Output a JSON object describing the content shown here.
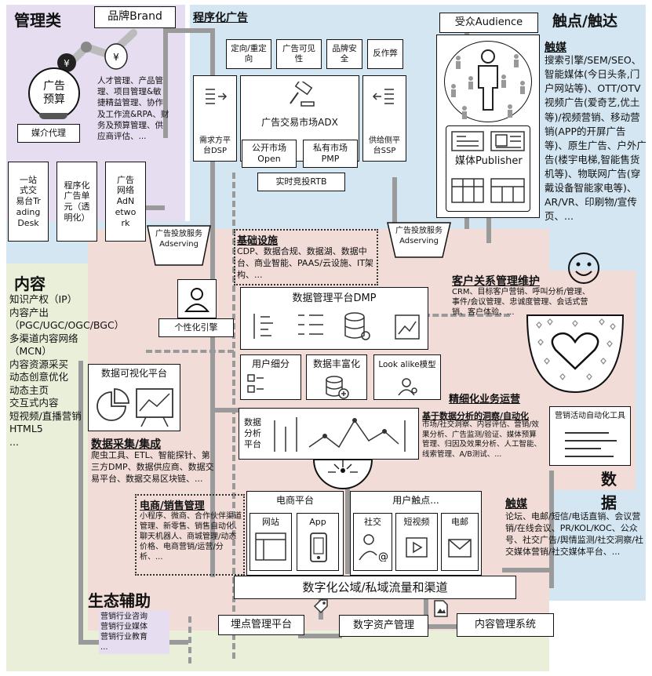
{
  "mgmt": {
    "title": "管理类",
    "brand": "品牌Brand",
    "budget": "广告\n预算",
    "agency": "媒介代理",
    "desc": "人才管理、产品管理、项目管理&敏捷精益管理、协作及工作流&RPA、财务及预算管理、供应商评估、...",
    "trading_desk": "一站式交易台TradingDesk",
    "prog_unit": "程序化广告单元（透明化）",
    "ad_network": "广告网络AdNetwork",
    "adserving_left": "广告投放服务\nAdserving"
  },
  "programmatic": {
    "title": "程序化广告",
    "top_boxes": [
      "定向/重定向",
      "广告可见性",
      "品牌安全",
      "反作弊"
    ],
    "dsp": "需求方平台DSP",
    "adx": "广告交易市场ADX",
    "open": "公开市场Open",
    "pmp": "私有市场PMP",
    "ssp": "供给侧平台SSP",
    "rtb": "实时竞投RTB",
    "adserving_right": "广告投放服务\nAdserving"
  },
  "touch": {
    "title": "触点/触达",
    "audience": "受众Audience",
    "publisher": "媒体Publisher",
    "media_title": "触媒",
    "media_desc": "搜索引擎/SEM/SEO、智能媒体(今日头条,门户网站等)、OTT/OTV视频广告(爱奇艺,优土等)/视频营销、移动营销(APP的开屏广告等)、原生广告、户外广告(楼宇电梯,智能售货机等)、物联网广告(穿戴设备智能家电等)、AR/VR、印刷物/宣传页、..."
  },
  "infra": {
    "title": "基础设施",
    "desc": "CDP、数据合规、数据湖、数据中台、商业智能、PAAS/云设施、IT架构、..."
  },
  "content": {
    "title": "内容",
    "desc": "知识产权（IP）\n内容产出（PGC/UGC/OGC/BGC）\n多渠道内容网络（MCN）\n内容资源采买\n动态创意优化\n动态主页\n交互式内容\n短视频/直播营销\nHTML5\n..."
  },
  "dmp": {
    "personal": "个性化引擎",
    "title": "数据管理平台DMP",
    "segment": "用户细分",
    "enrich": "数据丰富化",
    "lookalike": "Look alike模型"
  },
  "crm": {
    "title": "客户关系管理维护",
    "desc": "CRM、目标客户营销、呼叫分析/管理、事件/会议管理、忠诚度管理、会话式营销、客户体验、..."
  },
  "viz": {
    "title": "数据可视化平台"
  },
  "ops": {
    "title": "精细化业务运营",
    "auto_tool": "营销活动自动化工具",
    "insight_title": "基于数据分析的洞察/自动化",
    "insight_desc": "市场/社交洞察、内容评估、营销/效果分析、广告监测/验证、媒体预算管理、归因及效果分析、人工智能、线索管理、A/B测试、..."
  },
  "analysis": {
    "title": "数据分析平台"
  },
  "data_word": "数\n据",
  "collect": {
    "title": "数据采集/集成",
    "desc": "爬虫工具、ETL、智能探针、第三方DMP、数据供应商、数据交易平台、数据交易区块链、..."
  },
  "ecom": {
    "title": "电商/销售管理",
    "desc": "小程序、微商、合作伙伴渠道管理、新零售、销售自动化、聊天机器人、商城管理/动态价格、电商营销/运营/分析、...",
    "platform": "电商平台",
    "site": "网站",
    "app": "App"
  },
  "touchpoints": {
    "title": "用户触点...",
    "social": "社交",
    "video": "短视频",
    "email": "电邮"
  },
  "touch_media2": {
    "title": "触媒",
    "desc": "论坛、电邮/短信/电话直销、会议营销/在线会议、PR/KOL/KOC、公众号、社交广告/舆情监测/社交洞察/社交媒体营销/社交媒体平台、..."
  },
  "channels": "数字化公域/私域流量和渠道",
  "eco": {
    "title": "生态辅助",
    "desc": "营销行业咨询\n营销行业媒体\n营销行业教育\n..."
  },
  "bottom": {
    "tracking": "埋点管理平台",
    "dam": "数字资产管理",
    "cms": "内容管理系统"
  },
  "colors": {
    "purple": "#e6def0",
    "blue": "#d3e6f2",
    "green": "#e9efd9",
    "pink": "#f1dcd8",
    "gray": "#9a9a9a"
  }
}
